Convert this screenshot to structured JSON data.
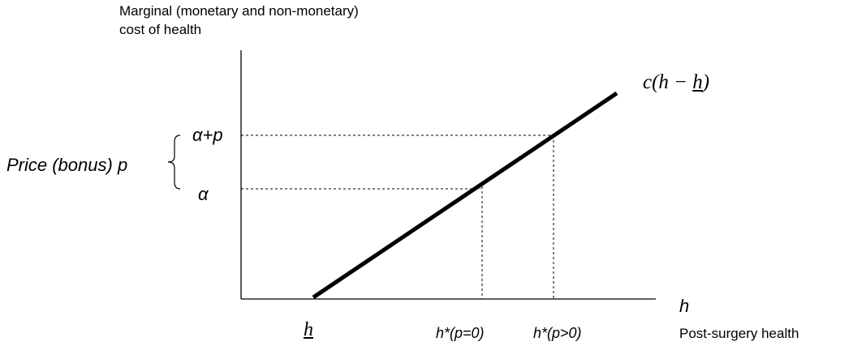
{
  "diagram": {
    "y_axis_label_line1": "Marginal (monetary and non-monetary)",
    "y_axis_label_line2": "cost of health",
    "curve_label_prefix": "c(h − ",
    "curve_label_h": "h",
    "curve_label_suffix": ")",
    "level_alpha_plus_p": "α+p",
    "level_alpha": "α",
    "price_label": "Price (bonus) p",
    "h_underline_label": "h",
    "h_star_no_bonus": "h*(p=0)",
    "h_star_bonus": "h*(p>0)",
    "x_axis_symbol": "h",
    "x_axis_label": "Post-surgery health"
  },
  "colors": {
    "line": "#000000",
    "guides": "#000000",
    "background": "#ffffff"
  }
}
